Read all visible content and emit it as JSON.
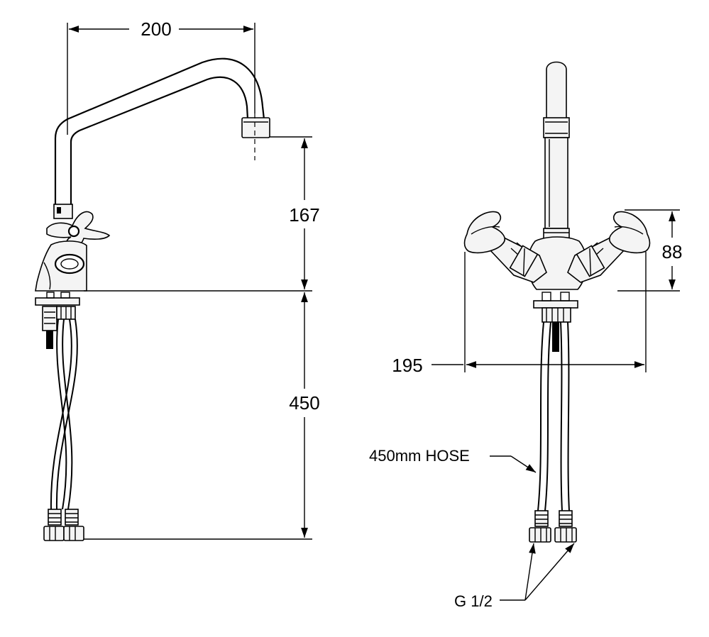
{
  "dimensions": {
    "spout_reach": "200",
    "spout_height": "167",
    "hose_length": "450",
    "handle_span": "195",
    "handle_height": "88"
  },
  "callouts": {
    "hose": "450mm HOSE",
    "connection_thread": "G 1/2"
  }
}
